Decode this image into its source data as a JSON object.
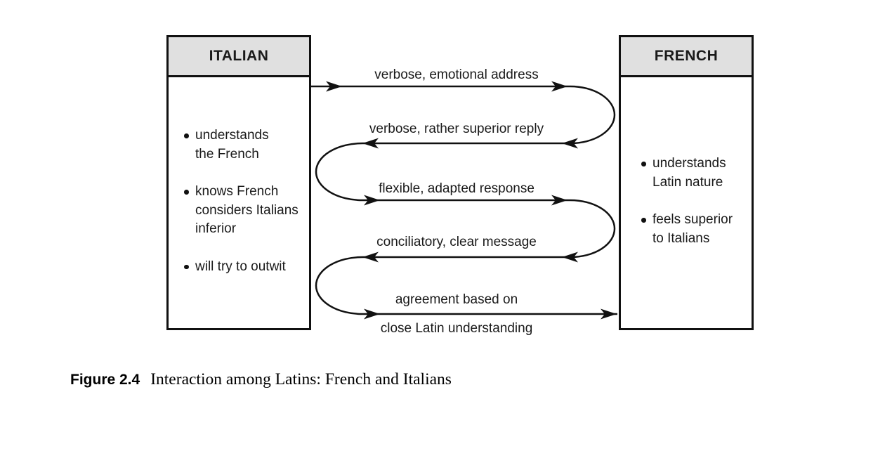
{
  "diagram": {
    "left_box": {
      "title": "ITALIAN",
      "bullets": [
        "understands\nthe French",
        "knows French\nconsiders Italians\ninferior",
        "will try to outwit"
      ]
    },
    "right_box": {
      "title": "FRENCH",
      "bullets": [
        "understands\nLatin nature",
        "feels superior\nto Italians"
      ]
    },
    "messages": [
      {
        "from": "italian",
        "to": "french",
        "label": "verbose, emotional address"
      },
      {
        "from": "french",
        "to": "italian",
        "label": "verbose, rather superior reply"
      },
      {
        "from": "italian",
        "to": "french",
        "label": "flexible, adapted response"
      },
      {
        "from": "french",
        "to": "italian",
        "label": "conciliatory, clear message"
      },
      {
        "from": "italian",
        "to": "french",
        "label": "agreement based on",
        "label_line2": "close Latin understanding"
      }
    ],
    "colors": {
      "header_bg": "#e0e0e0",
      "line": "#111111"
    }
  },
  "caption": {
    "label": "Figure 2.4",
    "title": "Interaction among Latins: French and Italians"
  }
}
